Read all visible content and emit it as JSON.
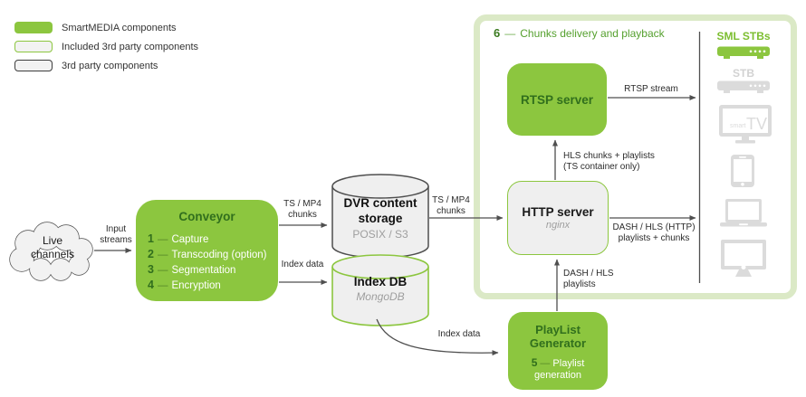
{
  "colors": {
    "green": "#8CC63F",
    "dark_green": "#316F1D",
    "pale_green_border": "#DBE9C6",
    "grey_fill": "#EFEFEF",
    "icon_grey": "#DBDBDB",
    "arrow_grey": "#4F4F4F"
  },
  "legend": {
    "items": [
      {
        "label": "SmartMEDIA components"
      },
      {
        "label": "Included 3rd party components"
      },
      {
        "label": "3rd party components"
      }
    ]
  },
  "cloud": {
    "line1": "Live",
    "line2": "channels"
  },
  "conveyor": {
    "title": "Conveyor",
    "items": [
      {
        "num": "1",
        "dash": "—",
        "label": "Capture"
      },
      {
        "num": "2",
        "dash": "—",
        "label": "Transcoding (option)"
      },
      {
        "num": "3",
        "dash": "—",
        "label": "Segmentation"
      },
      {
        "num": "4",
        "dash": "—",
        "label": "Encryption"
      }
    ]
  },
  "dvr_storage": {
    "title_line1": "DVR content",
    "title_line2": "storage",
    "subtitle": "POSIX / S3"
  },
  "index_db": {
    "title": "Index DB",
    "subtitle": "MongoDB"
  },
  "rtsp_server": {
    "title": "RTSP server"
  },
  "http_server": {
    "title": "HTTP server",
    "subtitle": "nginx"
  },
  "playlist_generator": {
    "title_line1": "PlayList",
    "title_line2": "Generator",
    "num": "5",
    "dash": "—",
    "label_line1": "Playlist",
    "label_line2": "generation"
  },
  "delivery_box": {
    "num": "6",
    "dash": "—",
    "label": "Chunks delivery and playback"
  },
  "flow_labels": {
    "input_streams": {
      "line1": "Input",
      "line2": "streams"
    },
    "ts_mp4_to_storage": {
      "line1": "TS / MP4",
      "line2": "chunks"
    },
    "index_data_to_db": {
      "line1": "Index data"
    },
    "ts_mp4_to_http": {
      "line1": "TS / MP4",
      "line2": "chunks"
    },
    "hls_to_rtsp": {
      "line1": "HLS chunks + playlists",
      "line2": "(TS container only)"
    },
    "rtsp_stream": {
      "line1": "RTSP stream"
    },
    "dash_http_out": {
      "line1": "DASH / HLS (HTTP)",
      "line2": "playlists + chunks"
    },
    "dash_playlists_up": {
      "line1": "DASH / HLS",
      "line2": "playlists"
    },
    "index_data_to_playlist": {
      "line1": "Index data"
    }
  },
  "devices": {
    "sml_stbs": {
      "label": "SML STBs"
    },
    "stb": {
      "label": "STB"
    },
    "smart_tv": {
      "text_small": "smart",
      "text_big": "TV"
    }
  }
}
